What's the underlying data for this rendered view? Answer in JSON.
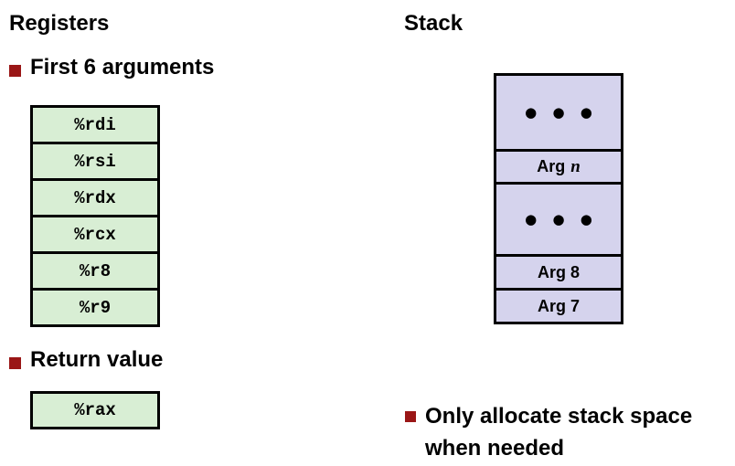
{
  "slide": {
    "left": {
      "title": "Registers",
      "bullet_first6": "First 6 arguments",
      "bullet_return": "Return value",
      "argument_registers": [
        "%rdi",
        "%rsi",
        "%rdx",
        "%rcx",
        "%r8",
        "%r9"
      ],
      "return_register": "%rax"
    },
    "right": {
      "title": "Stack",
      "stack_cells": {
        "dots_top": "● ● ●",
        "arg_n": {
          "prefix": "Arg",
          "variable": "n"
        },
        "dots_middle": "● ● ●",
        "arg_8": "Arg 8",
        "arg_7": "Arg 7"
      },
      "bullet_alloc_line1": "Only allocate stack space",
      "bullet_alloc_line2": "when needed"
    },
    "colors": {
      "bullet_red": "#9a1616",
      "register_fill": "#d8eed4",
      "stack_fill": "#d5d3ed",
      "border": "#000000",
      "background": "#ffffff"
    }
  }
}
